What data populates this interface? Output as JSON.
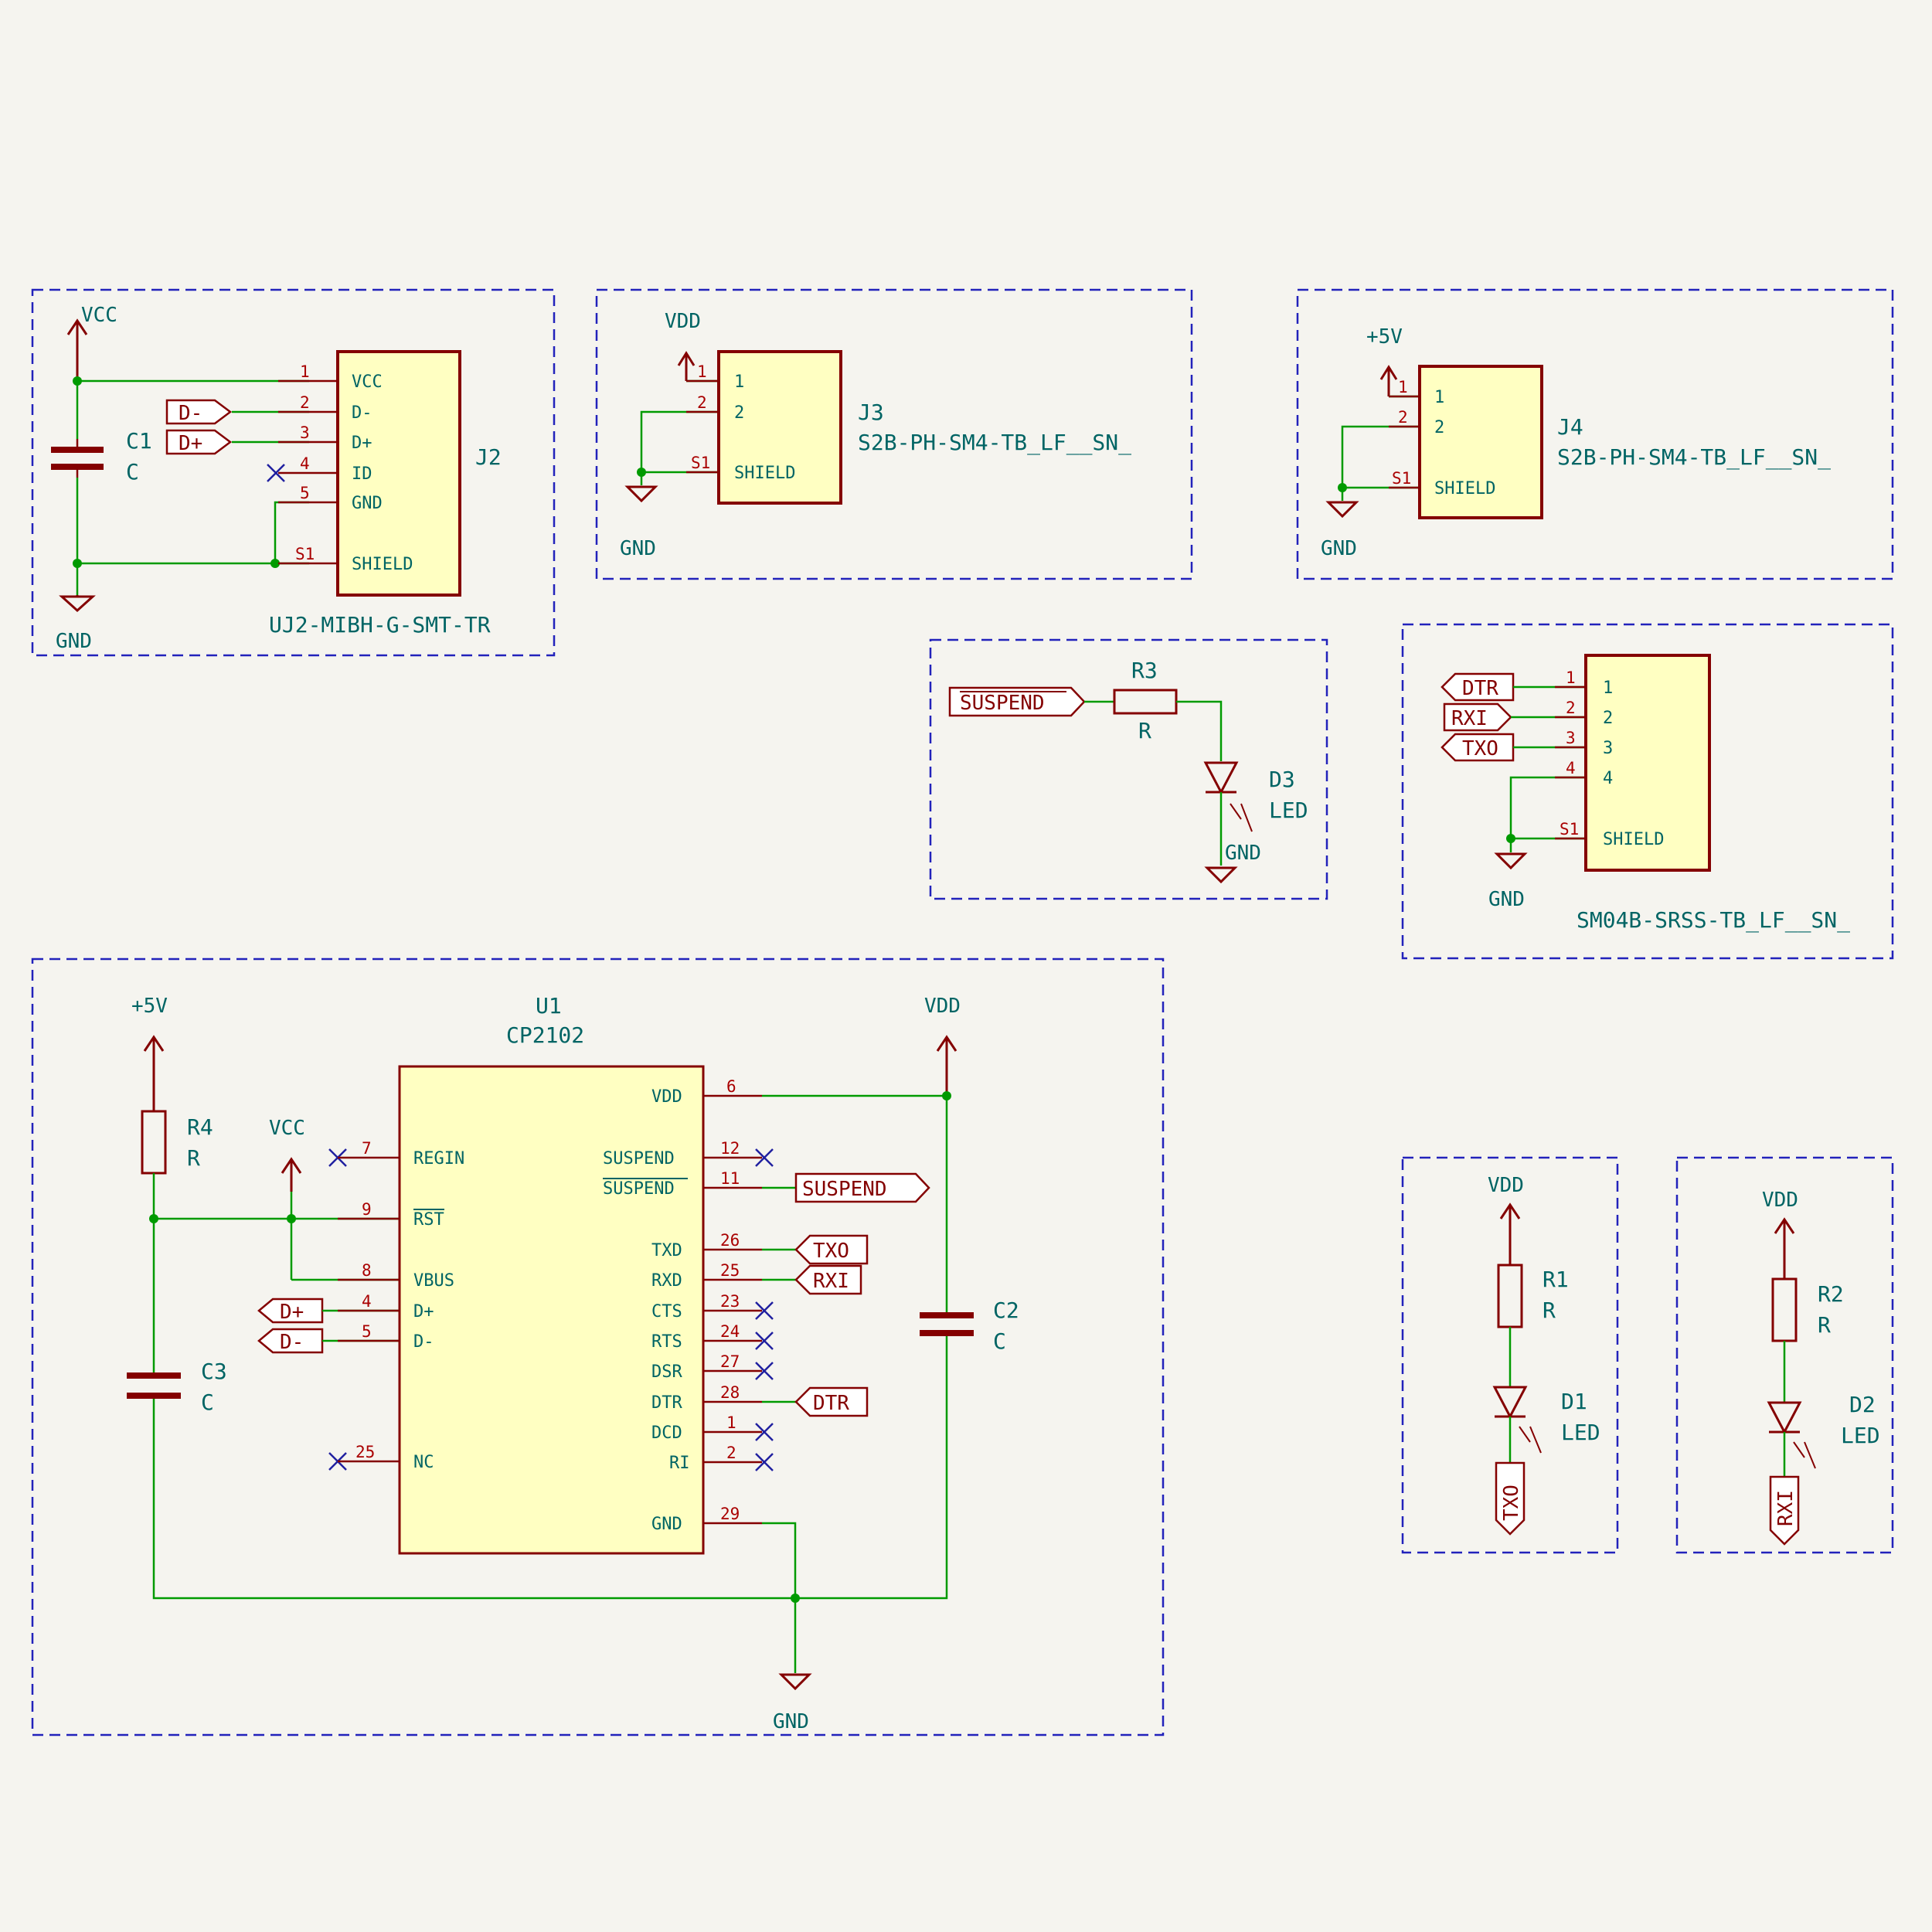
{
  "colors": {
    "background": "#f5f4ef",
    "wire": "#009a00",
    "symbol": "#840000",
    "symbol_fill": "#ffffc2",
    "reference": "#006464",
    "pin_number": "#a90000",
    "no_connect": "#2020a0",
    "frame": "#2222bb"
  },
  "power": {
    "vcc": "VCC",
    "vdd": "VDD",
    "plus5v": "+5V",
    "gnd": "GND"
  },
  "j2": {
    "ref": "J2",
    "value": "UJ2-MIBH-G-SMT-TR",
    "pins": [
      {
        "num": "1",
        "name": "VCC"
      },
      {
        "num": "2",
        "name": "D-"
      },
      {
        "num": "3",
        "name": "D+"
      },
      {
        "num": "4",
        "name": "ID"
      },
      {
        "num": "5",
        "name": "GND"
      },
      {
        "num": "S1",
        "name": "SHIELD"
      }
    ]
  },
  "c1": {
    "ref": "C1",
    "value": "C"
  },
  "c2": {
    "ref": "C2",
    "value": "C"
  },
  "c3": {
    "ref": "C3",
    "value": "C"
  },
  "j3": {
    "ref": "J3",
    "value": "S2B-PH-SM4-TB_LF__SN_",
    "pins": [
      {
        "num": "1",
        "name": "1"
      },
      {
        "num": "2",
        "name": "2"
      },
      {
        "num": "S1",
        "name": "SHIELD"
      }
    ]
  },
  "j4": {
    "ref": "J4",
    "value": "S2B-PH-SM4-TB_LF__SN_",
    "pins": [
      {
        "num": "1",
        "name": "1"
      },
      {
        "num": "2",
        "name": "2"
      },
      {
        "num": "S1",
        "name": "SHIELD"
      }
    ]
  },
  "j5": {
    "value": "SM04B-SRSS-TB_LF__SN_",
    "pins": [
      {
        "num": "1",
        "name": "1"
      },
      {
        "num": "2",
        "name": "2"
      },
      {
        "num": "3",
        "name": "3"
      },
      {
        "num": "4",
        "name": "4"
      },
      {
        "num": "S1",
        "name": "SHIELD"
      }
    ]
  },
  "r3": {
    "ref": "R3",
    "value": "R"
  },
  "d3": {
    "ref": "D3",
    "value": "LED"
  },
  "r4": {
    "ref": "R4",
    "value": "R"
  },
  "r1": {
    "ref": "R1",
    "value": "R"
  },
  "d1": {
    "ref": "D1",
    "value": "LED"
  },
  "r2": {
    "ref": "R2",
    "value": "R"
  },
  "d2": {
    "ref": "D2",
    "value": "LED"
  },
  "u1": {
    "ref": "U1",
    "value": "CP2102",
    "left_pins": [
      {
        "num": "7",
        "name": "REGIN"
      },
      {
        "num": "9",
        "name": "RST"
      },
      {
        "num": "8",
        "name": "VBUS"
      },
      {
        "num": "4",
        "name": "D+"
      },
      {
        "num": "5",
        "name": "D-"
      },
      {
        "num": "25",
        "name": "NC"
      }
    ],
    "right_pins": [
      {
        "num": "6",
        "name": "VDD"
      },
      {
        "num": "12",
        "name": "SUSPEND"
      },
      {
        "num": "11",
        "name": "SUSPEND"
      },
      {
        "num": "26",
        "name": "TXD"
      },
      {
        "num": "25",
        "name": "RXD"
      },
      {
        "num": "23",
        "name": "CTS"
      },
      {
        "num": "24",
        "name": "RTS"
      },
      {
        "num": "27",
        "name": "DSR"
      },
      {
        "num": "28",
        "name": "DTR"
      },
      {
        "num": "1",
        "name": "DCD"
      },
      {
        "num": "2",
        "name": "RI"
      },
      {
        "num": "29",
        "name": "GND"
      }
    ]
  },
  "labels": {
    "dminus": "D-",
    "dplus": "D+",
    "suspend": "SUSPEND",
    "txo": "TXO",
    "rxi": "RXI",
    "dtr": "DTR"
  }
}
